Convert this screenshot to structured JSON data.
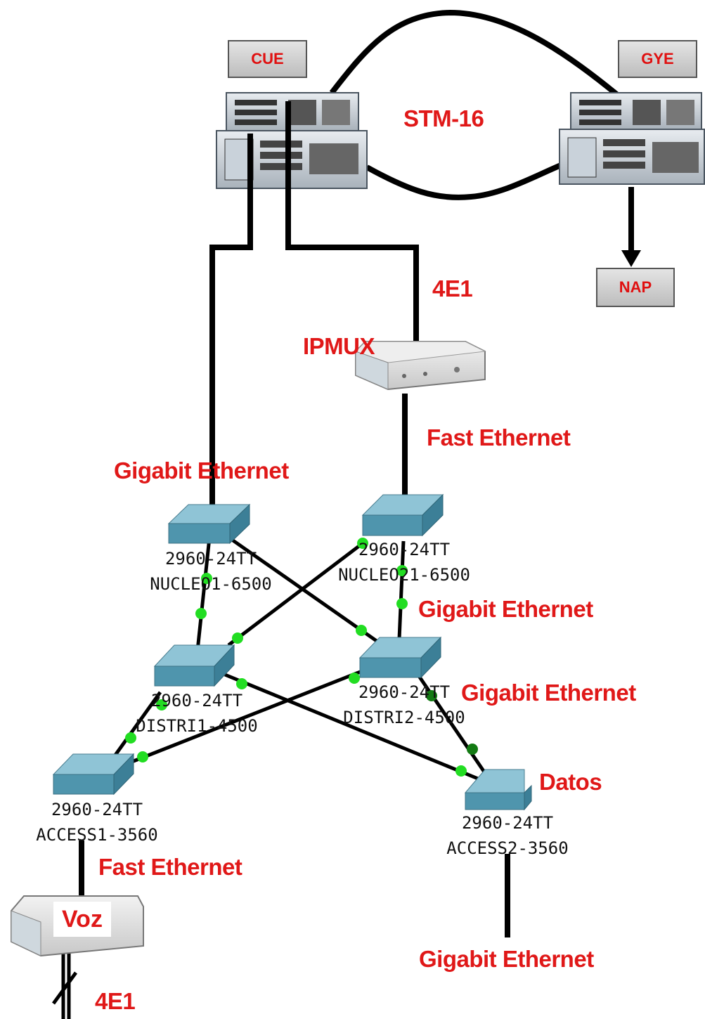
{
  "sites": {
    "cue": "CUE",
    "gye": "GYE",
    "nap": "NAP"
  },
  "labels": {
    "stm16": "STM-16",
    "e1_top": "4E1",
    "ipmux": "IPMUX",
    "fast_eth_top": "Fast Ethernet",
    "gig_eth_left": "Gigabit Ethernet",
    "gig_eth_nucleo2": "Gigabit Ethernet",
    "gig_eth_distri2": "Gigabit Ethernet",
    "datos": "Datos",
    "fast_eth_bottom": "Fast Ethernet",
    "gig_eth_bottom": "Gigabit Ethernet",
    "e1_bottom": "4E1",
    "voz": "Voz"
  },
  "switches": {
    "nucleo1": {
      "model": "2960-24TT",
      "name": "NUCLEO1-6500"
    },
    "nucleo2": {
      "model": "2960-24TT",
      "name": "NUCLEO21-6500"
    },
    "distri1": {
      "model": "2960-24TT",
      "name": "DISTRI1-4500"
    },
    "distri2": {
      "model": "2960-24TT",
      "name": "DISTRI2-4500"
    },
    "access1": {
      "model": "2960-24TT",
      "name": "ACCESS1-3560"
    },
    "access2": {
      "model": "2960-24TT",
      "name": "ACCESS2-3560"
    }
  },
  "colors": {
    "label_red": "#e01818",
    "link": "#000000",
    "port_green": "#22dd22",
    "switch_blue": "#5aa3bd"
  }
}
